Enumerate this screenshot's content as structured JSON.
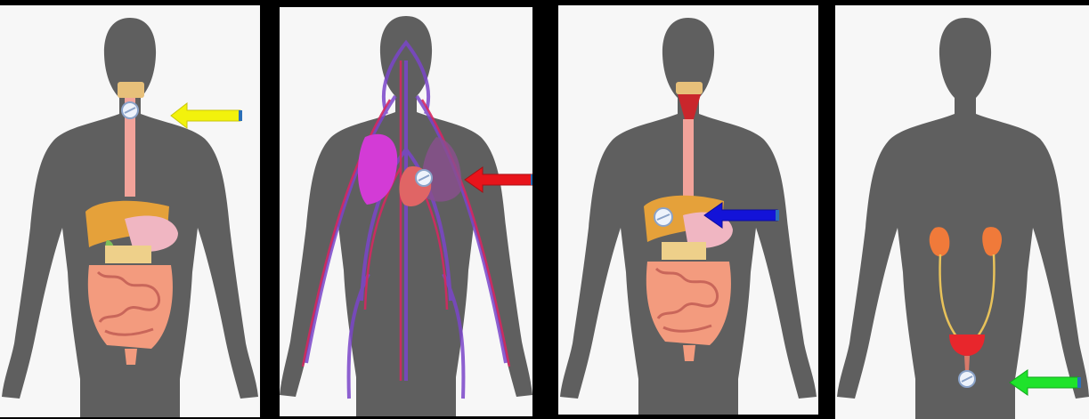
{
  "panels": [
    {
      "id": "digestive",
      "arrow_color": "#f2f20c",
      "arrow_direction": "left"
    },
    {
      "id": "circulatory",
      "arrow_color": "#e8141b",
      "arrow_direction": "left"
    },
    {
      "id": "liver",
      "arrow_color": "#1313d8",
      "arrow_direction": "left"
    },
    {
      "id": "urinary",
      "arrow_color": "#1fe32b",
      "arrow_direction": "left"
    }
  ],
  "colors": {
    "silhouette": "#5f5f5f",
    "panel_background": "#f7f7f7",
    "esophagus": "#f2a39a",
    "liver": "#e5a13a",
    "stomach": "#f0b6c2",
    "intestine": "#f39b7e",
    "lung": "#d33bd6",
    "vessels_red": "#d5285f",
    "vessels_purple": "#7a45c9",
    "kidney": "#f07a3a",
    "bladder": "#e8262c",
    "ureter": "#e8c25a",
    "pill": "#eef3fb"
  }
}
